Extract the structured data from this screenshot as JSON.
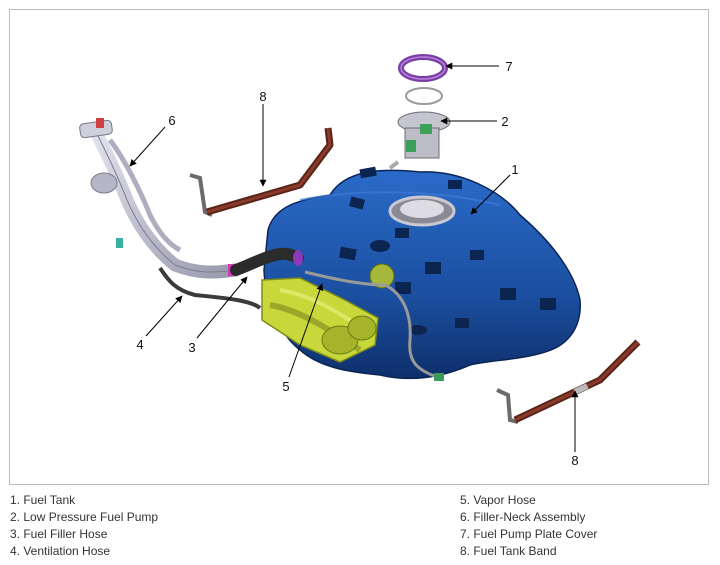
{
  "callouts": [
    "1",
    "2",
    "3",
    "4",
    "5",
    "6",
    "7",
    "8",
    "8"
  ],
  "legend": {
    "left": [
      "1. Fuel Tank",
      "2. Low Pressure Fuel Pump",
      "3. Fuel Filler Hose",
      "4. Ventilation Hose"
    ],
    "right": [
      "5. Vapor Hose",
      "6. Filler-Neck Assembly",
      "7. Fuel Pump Plate Cover",
      "8. Fuel Tank Band"
    ]
  },
  "colors": {
    "tank": "#1b4fa0",
    "tank_dark": "#0e2f6b",
    "band": "#6b2a1e",
    "canister": "#c8d83a",
    "hose": "#2b2b2b",
    "filler_neck": "#b9b9c9",
    "plate_cover": "#7a3fa6",
    "pump_green": "#3ca05a"
  }
}
